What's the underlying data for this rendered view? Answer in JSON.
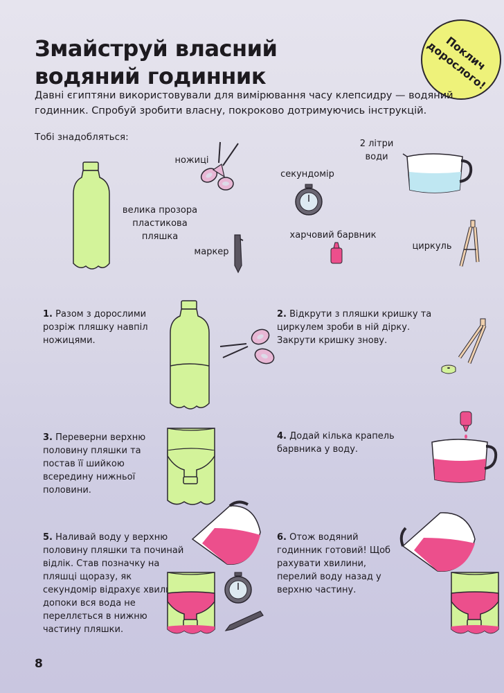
{
  "title": {
    "line1": "Змайструй власний",
    "line2": "водяний годинник"
  },
  "badge": {
    "line1": "Поклич",
    "line2": "дорослого!"
  },
  "intro": "Давні єгиптяни використовували для вимірювання часу клепсидру — водяний годинник. Спробуй зробити власну, покроково дотримуючись інструкцій.",
  "needs_heading": "Тобі знадобляться:",
  "materials": {
    "scissors": "ножиці",
    "stopwatch": "секундомір",
    "water_line1": "2 літри",
    "water_line2": "води",
    "bottle_line1": "велика прозора",
    "bottle_line2": "пластикова пляшка",
    "marker": "маркер",
    "dye": "харчовий барвник",
    "compass": "циркуль"
  },
  "steps": [
    {
      "num": "1.",
      "text": "Разом з дорослими розріж пляшку навпіл ножицями."
    },
    {
      "num": "2.",
      "text": "Відкрути з пляшки кришку та циркулем зроби в ній дірку. Закрути кришку знову."
    },
    {
      "num": "3.",
      "text": "Переверни верхню половину пляшки та постав її шийкою всередину нижньої половини."
    },
    {
      "num": "4.",
      "text": "Додай кілька крапель барвника у воду."
    },
    {
      "num": "5.",
      "text": "Наливай воду у верхню половину пляшки та починай відлік. Став позначку на пляшці щоразу, як секундомір відрахує хвилину, допоки вся вода не переллється в нижню частину пляшки."
    },
    {
      "num": "6.",
      "text": "Отож водяний годинник готовий! Щоб рахувати хвилини, перелий воду назад у верхню частину."
    }
  ],
  "page_number": "8",
  "colors": {
    "bottle": "#d3f39a",
    "water_blue": "#bfe7f2",
    "dye_pink": "#ec4f8c",
    "pink_light": "#f7c4d8",
    "outline": "#2b2730",
    "badge": "#eef27a",
    "tool_pink": "#e8b7d5",
    "compass": "#efd0ae"
  }
}
